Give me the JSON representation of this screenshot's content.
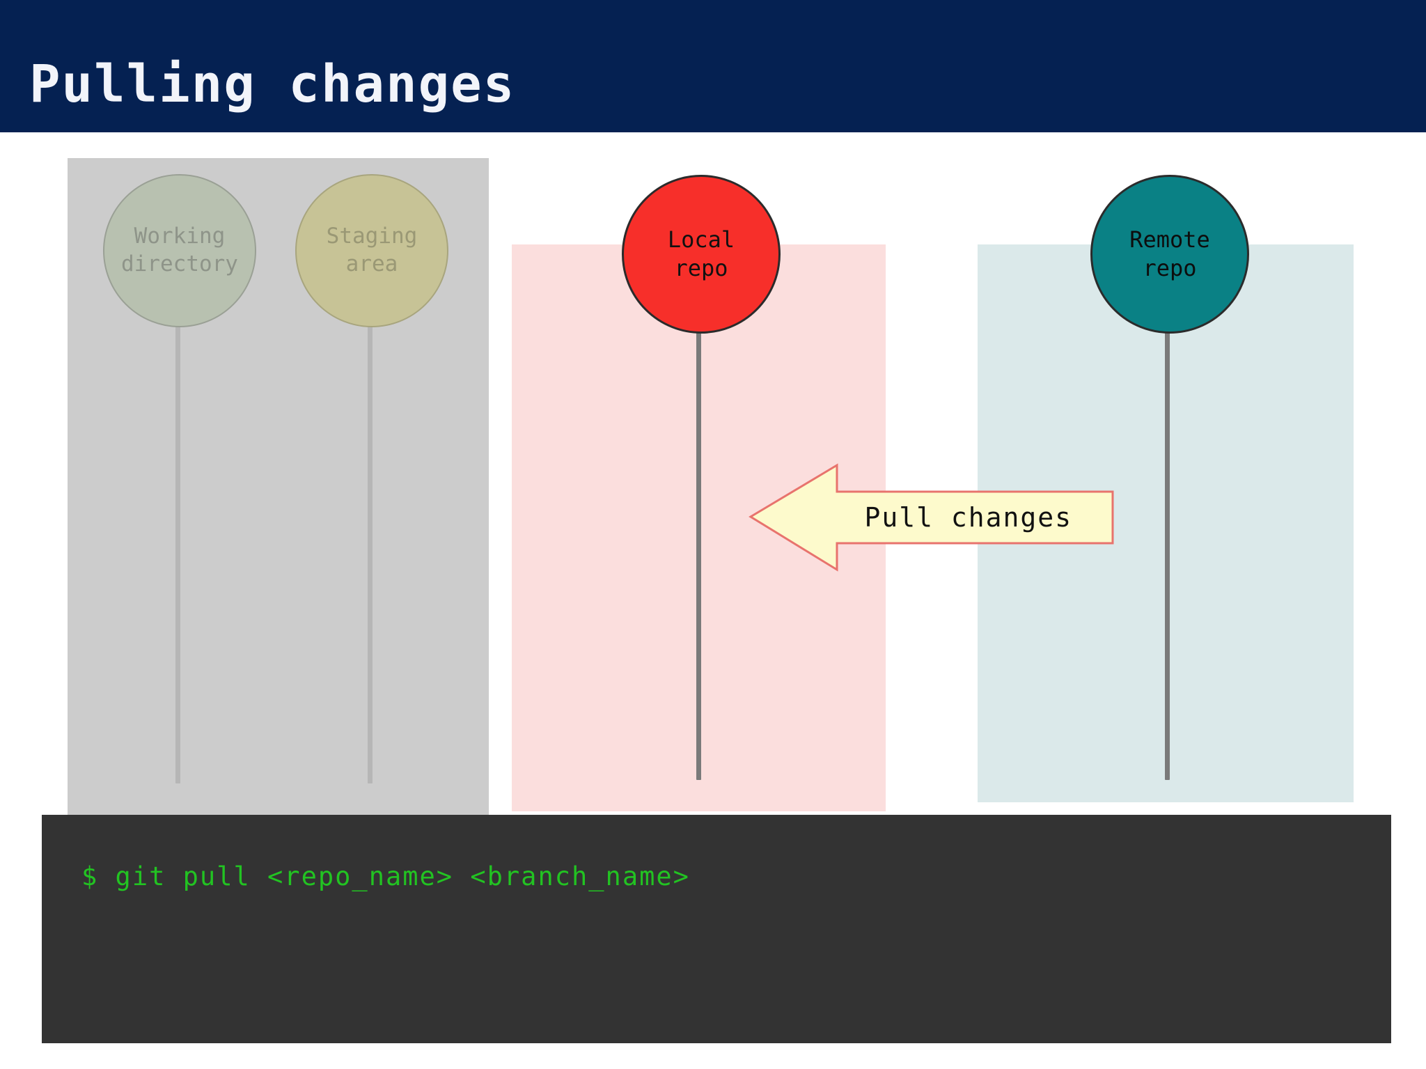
{
  "slide": {
    "title": "Pulling changes",
    "title_bar_color": "#052152",
    "background_color": "#ffffff"
  },
  "zones": [
    {
      "key": "local-files",
      "name": "local-files-zone",
      "color": "#cccccc",
      "state": "dimmed"
    },
    {
      "key": "local-repo",
      "name": "local-repo-zone",
      "color": "#fbdedd",
      "state": "active"
    },
    {
      "key": "remote-repo",
      "name": "remote-repo-zone",
      "color": "#dbe9ea",
      "state": "active"
    }
  ],
  "nodes": [
    {
      "key": "working-directory",
      "label": "Working\ndirectory",
      "fill": "#b8c1b0",
      "text_color": "#8e9489",
      "state": "dimmed"
    },
    {
      "key": "staging-area",
      "label": "Staging\narea",
      "fill": "#c7c396",
      "text_color": "#9a9875",
      "state": "dimmed"
    },
    {
      "key": "local-repo",
      "label": "Local\nrepo",
      "fill": "#f72f2a",
      "text_color": "#111111",
      "state": "active"
    },
    {
      "key": "remote-repo",
      "label": "Remote\nrepo",
      "fill": "#0a8185",
      "text_color": "#0d0d0d",
      "state": "active"
    }
  ],
  "arrow": {
    "label": "Pull changes",
    "direction": "left",
    "fill": "#fdfacc",
    "stroke": "#e8736d",
    "from": "remote-repo",
    "to": "local-repo"
  },
  "terminal": {
    "background": "#333333",
    "text_color": "#22c322",
    "command": "$ git pull <repo_name> <branch_name>"
  }
}
